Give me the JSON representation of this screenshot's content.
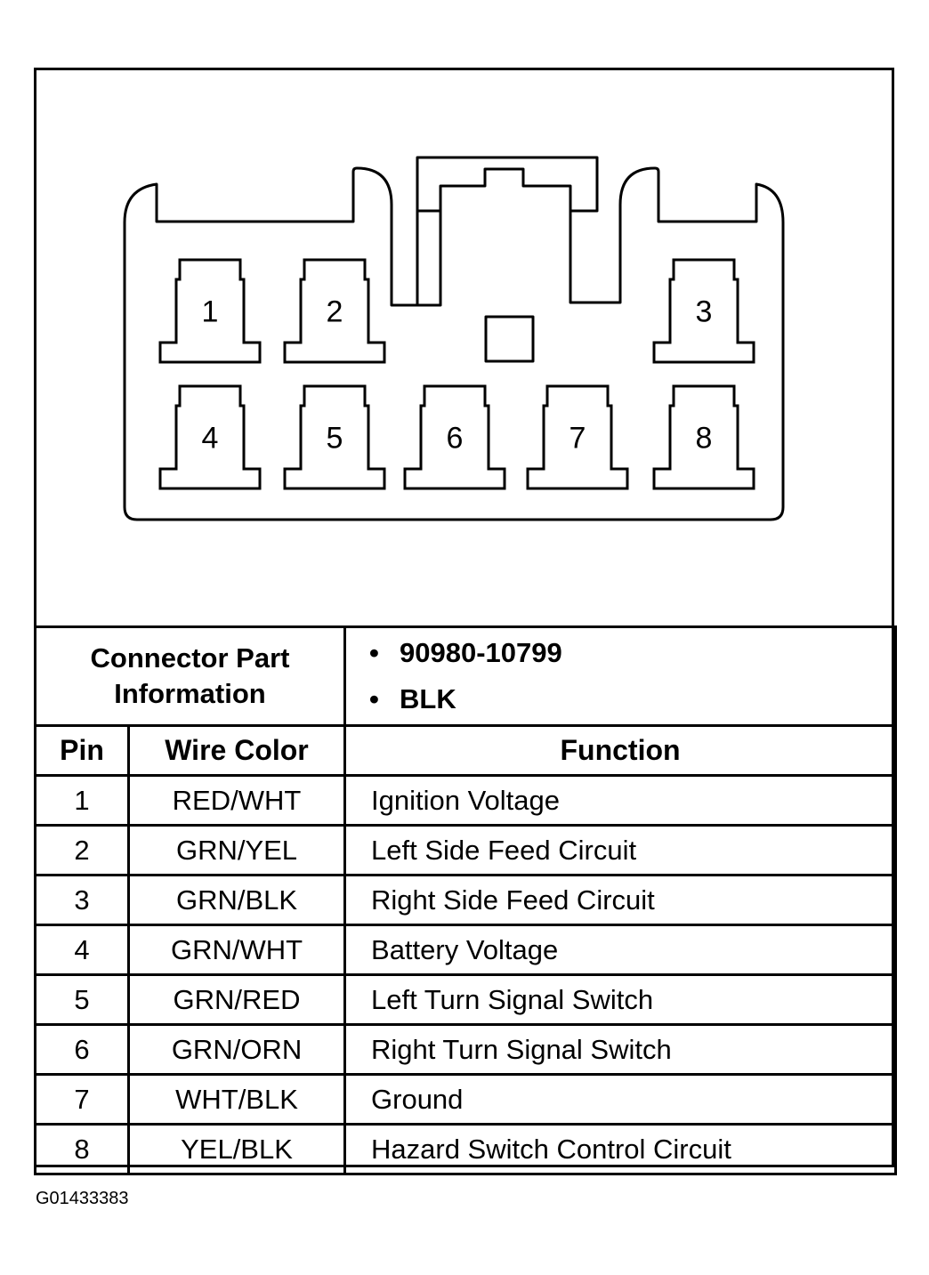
{
  "connector": {
    "pins_top": [
      "1",
      "2",
      "3"
    ],
    "pins_bottom": [
      "4",
      "5",
      "6",
      "7",
      "8"
    ]
  },
  "info": {
    "label_line1": "Connector Part",
    "label_line2": "Information",
    "values": [
      "90980-10799",
      "BLK"
    ]
  },
  "table": {
    "headers": [
      "Pin",
      "Wire Color",
      "Function"
    ],
    "rows": [
      {
        "pin": "1",
        "color": "RED/WHT",
        "function": "Ignition Voltage"
      },
      {
        "pin": "2",
        "color": "GRN/YEL",
        "function": "Left Side Feed Circuit"
      },
      {
        "pin": "3",
        "color": "GRN/BLK",
        "function": "Right Side Feed Circuit"
      },
      {
        "pin": "4",
        "color": "GRN/WHT",
        "function": "Battery Voltage"
      },
      {
        "pin": "5",
        "color": "GRN/RED",
        "function": "Left Turn Signal Switch"
      },
      {
        "pin": "6",
        "color": "GRN/ORN",
        "function": "Right Turn Signal Switch"
      },
      {
        "pin": "7",
        "color": "WHT/BLK",
        "function": "Ground"
      },
      {
        "pin": "8",
        "color": "YEL/BLK",
        "function": "Hazard Switch Control Circuit"
      }
    ]
  },
  "caption": "G01433383"
}
